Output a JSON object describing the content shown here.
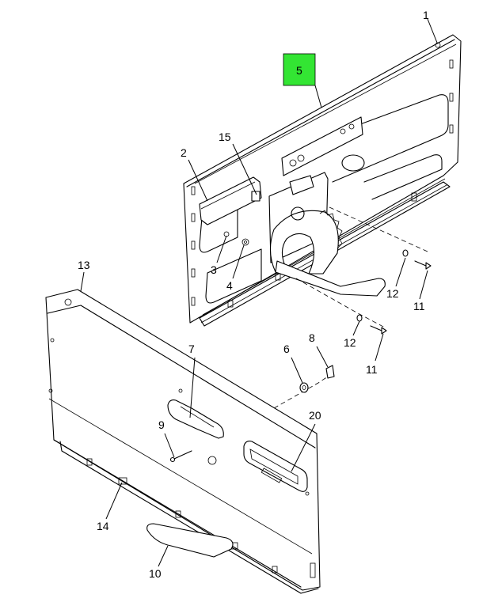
{
  "diagram": {
    "highlight_color": "#33e533",
    "callouts": {
      "c1": "1",
      "c2": "2",
      "c3": "3",
      "c4": "4",
      "c5": "5",
      "c6": "6",
      "c7": "7",
      "c8": "8",
      "c9": "9",
      "c10": "10",
      "c11a": "11",
      "c11b": "11",
      "c12a": "12",
      "c12b": "12",
      "c13": "13",
      "c14": "14",
      "c15": "15",
      "c20": "20"
    },
    "highlighted_callout": "5"
  }
}
